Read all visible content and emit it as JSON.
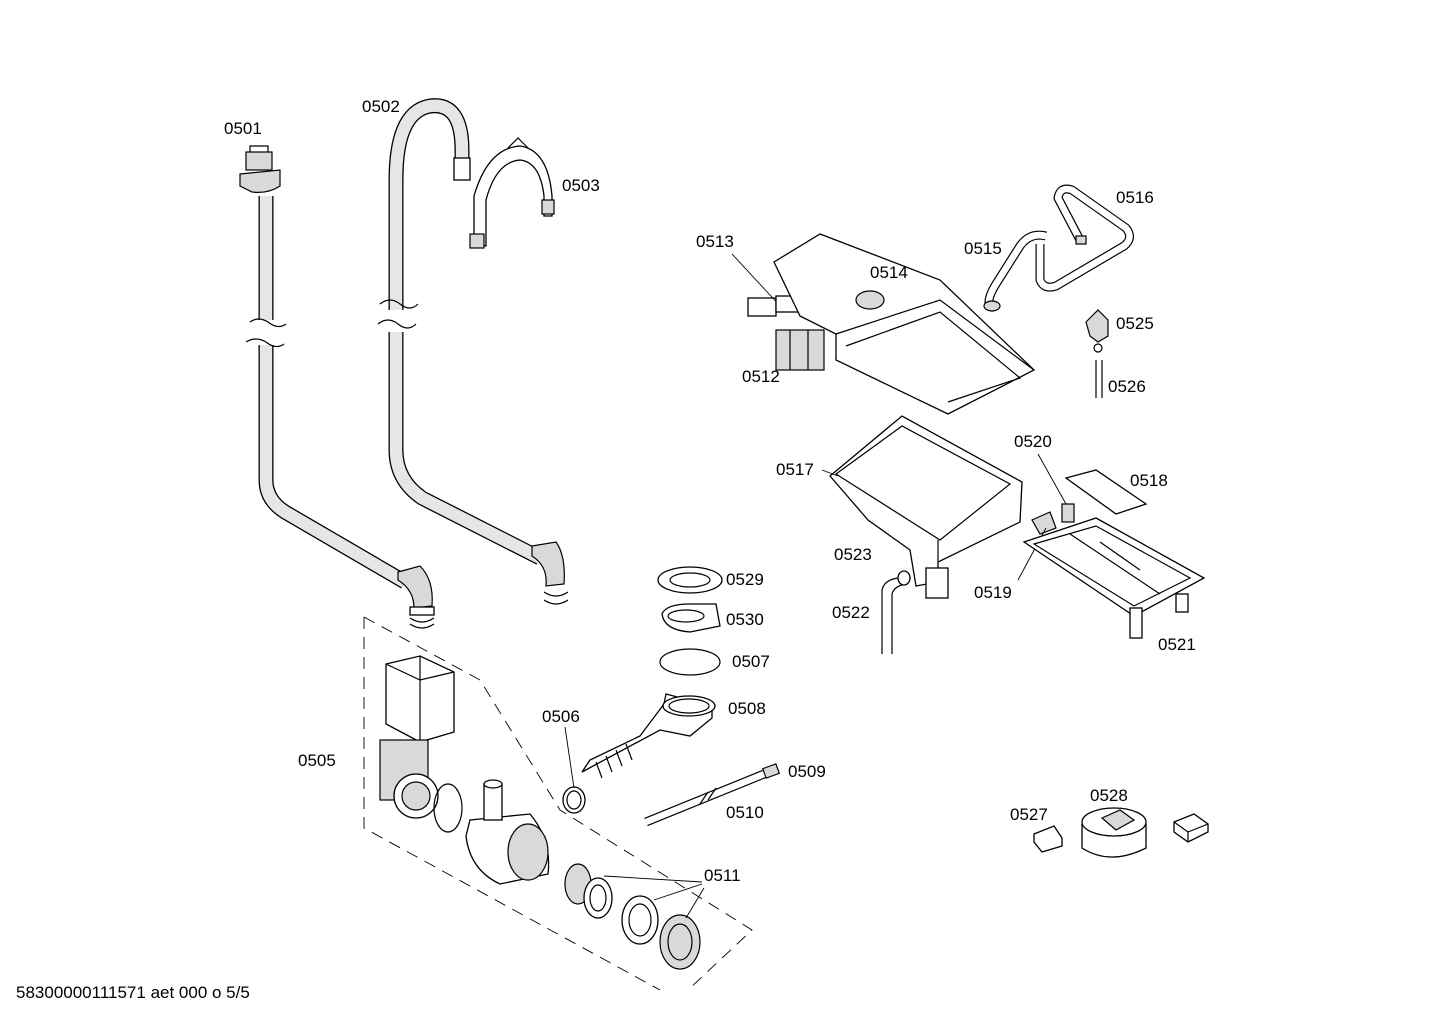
{
  "labels": {
    "p0501": "0501",
    "p0502": "0502",
    "p0503": "0503",
    "p0505": "0505",
    "p0506": "0506",
    "p0507": "0507",
    "p0508": "0508",
    "p0509": "0509",
    "p0510": "0510",
    "p0511": "0511",
    "p0512": "0512",
    "p0513": "0513",
    "p0514": "0514",
    "p0515": "0515",
    "p0516": "0516",
    "p0517": "0517",
    "p0518": "0518",
    "p0519": "0519",
    "p0520": "0520",
    "p0521": "0521",
    "p0522": "0522",
    "p0523": "0523",
    "p0525": "0525",
    "p0526": "0526",
    "p0527": "0527",
    "p0528": "0528",
    "p0529": "0529",
    "p0530": "0530"
  },
  "footer": {
    "document_id": "58300000111571 aet 000 o 5/5"
  }
}
